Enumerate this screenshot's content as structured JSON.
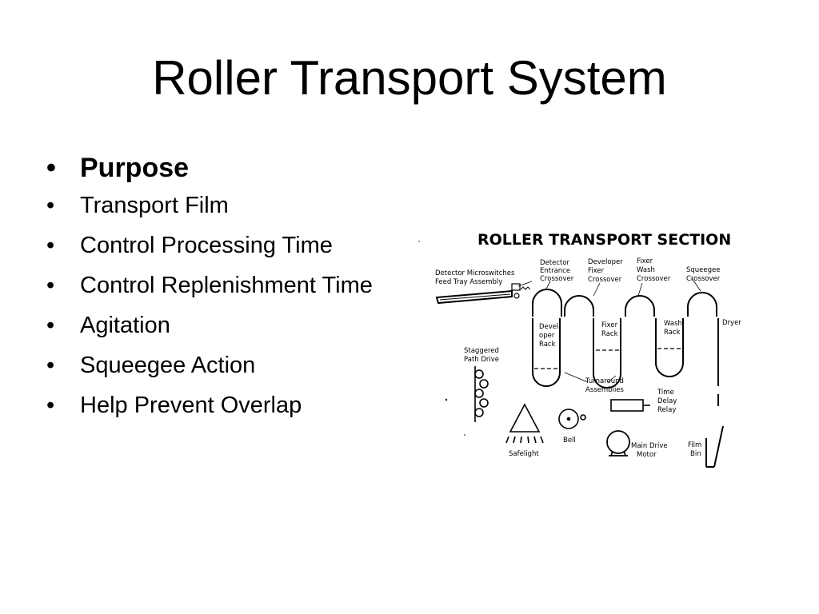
{
  "slide": {
    "title": "Roller Transport System",
    "bullets": [
      "Purpose",
      "Transport Film",
      "Control Processing Time",
      "Control Replenishment Time",
      "Agitation",
      "Squeegee Action",
      "Help Prevent Overlap"
    ]
  },
  "diagram": {
    "title": "ROLLER TRANSPORT SECTION",
    "labels": {
      "detector_feed": [
        "Detector Microswitches",
        "Feed Tray Assembly"
      ],
      "detector_entrance": [
        "Detector",
        "Entrance",
        "Crossover"
      ],
      "developer_fixer": [
        "Developer",
        "Fixer",
        "Crossover"
      ],
      "fixer_wash": [
        "Fixer",
        "Wash",
        "Crossover"
      ],
      "squeegee": [
        "Squeegee",
        "Crossover"
      ],
      "developer_rack": [
        "Devel-",
        "oper",
        "Rack"
      ],
      "fixer_rack": [
        "Fixer",
        "Rack"
      ],
      "wash_rack": [
        "Wash",
        "Rack"
      ],
      "dryer": "Dryer",
      "staggered": [
        "Staggered",
        "Path Drive"
      ],
      "turnaround": [
        "Turnaround",
        "Assemblies"
      ],
      "time_delay": [
        "Time",
        "Delay",
        "Relay"
      ],
      "safelight": "Safelight",
      "bell": "Bell",
      "main_drive": [
        "Main Drive",
        "Motor"
      ],
      "film_bin": [
        "Film",
        "Bin"
      ]
    }
  }
}
